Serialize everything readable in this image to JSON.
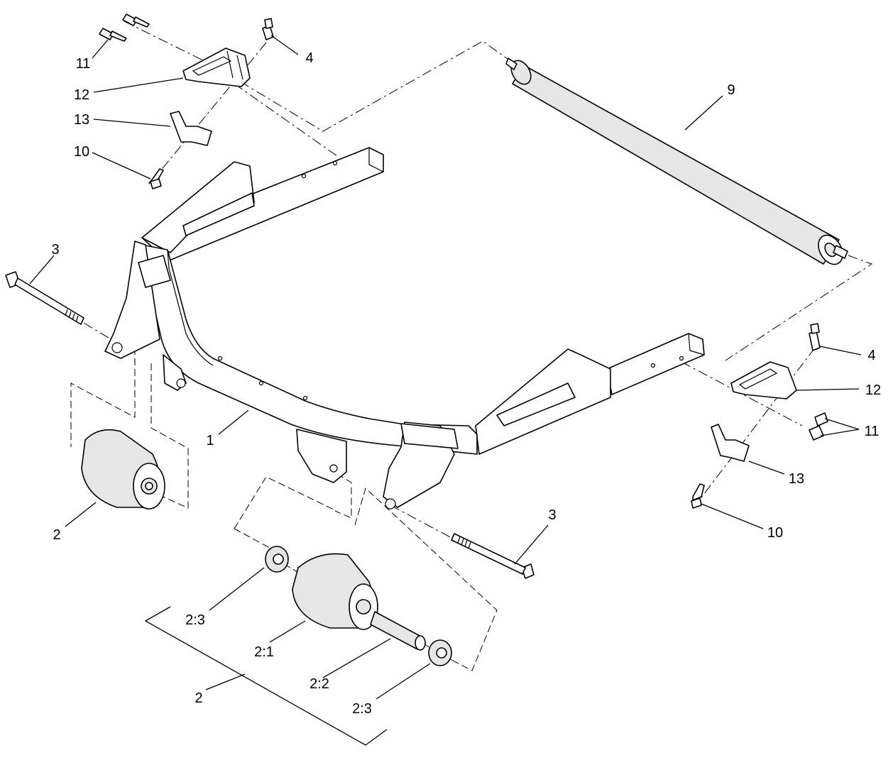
{
  "callouts": {
    "c1": "1",
    "c2_left": "2",
    "c2_bracket": "2",
    "c2_1": "2:1",
    "c2_2": "2:2",
    "c2_3_top": "2:3",
    "c2_3_bottom": "2:3",
    "c3_left": "3",
    "c3_right": "3",
    "c4_top": "4",
    "c4_right": "4",
    "c9": "9",
    "c10_top": "10",
    "c10_right": "10",
    "c11_top": "11",
    "c11_right": "11",
    "c12_top": "12",
    "c12_right": "12",
    "c13_top": "13",
    "c13_right": "13"
  }
}
